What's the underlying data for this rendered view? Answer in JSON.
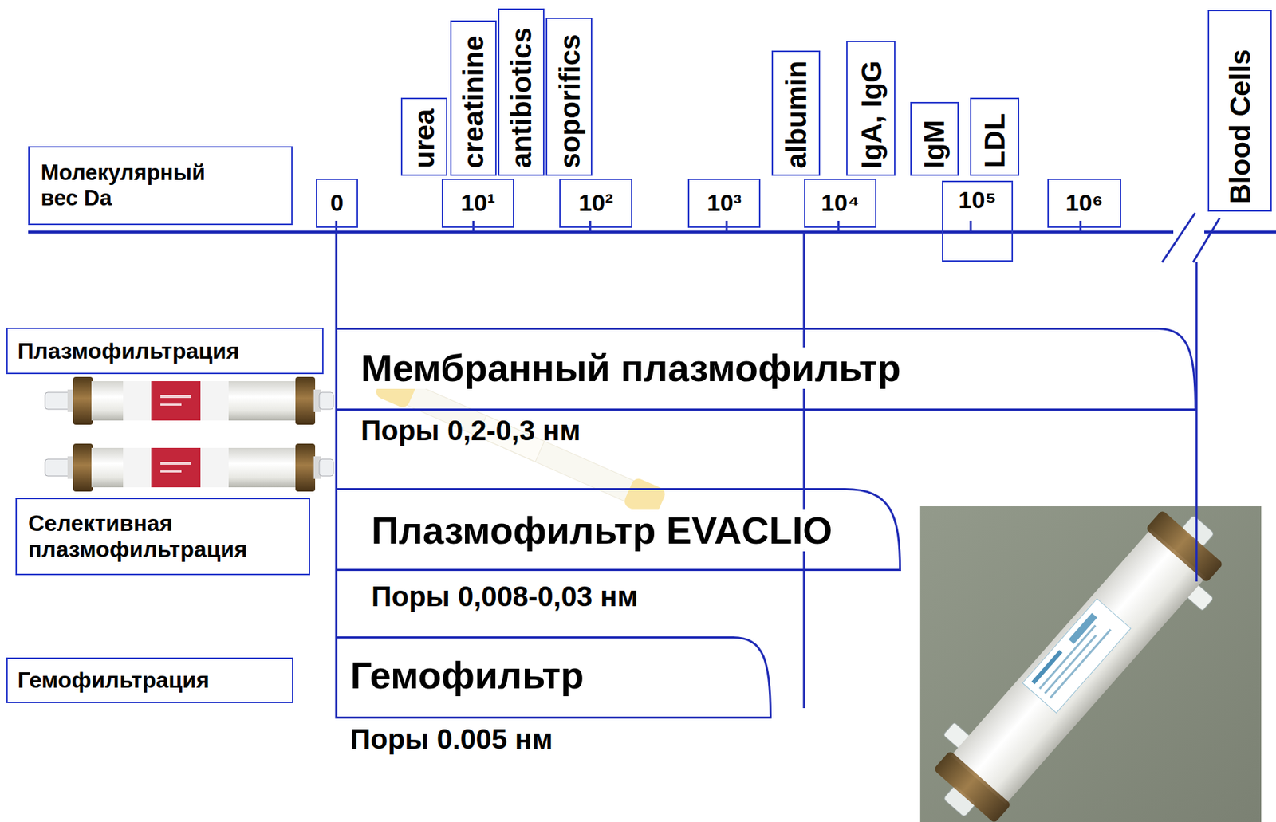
{
  "diagram": {
    "nodes": [
      {
        "text": [
          "urea"
        ]
      },
      {
        "text": [
          "creatinine"
        ]
      },
      {
        "text": [
          "antibiotics"
        ]
      },
      {
        "text": [
          "soporifics"
        ]
      },
      {
        "text": [
          "albumin"
        ]
      },
      {
        "text": [
          "IgA, IgG"
        ]
      },
      {
        "text": [
          "IgM"
        ]
      },
      {
        "text": [
          "LDL"
        ]
      },
      {
        "text": [
          "Blood Cells"
        ]
      },
      {
        "text": [
          "Молекулярный вес Da"
        ]
      },
      {
        "text": [
          "0"
        ]
      },
      {
        "text": [
          "10¹"
        ]
      },
      {
        "text": [
          "10²"
        ]
      },
      {
        "text": [
          "10³"
        ]
      },
      {
        "text": [
          "10⁴"
        ]
      },
      {
        "text": [
          "10⁵"
        ]
      },
      {
        "text": [
          "10⁶"
        ]
      },
      {
        "text": [
          "Плазмофильтрация"
        ]
      },
      {
        "text": [
          "Мембранный плазмофильтр",
          "Поры 0,2-0,3 нм"
        ]
      },
      {
        "text": [
          "Селективная плазмофильтрация"
        ]
      },
      {
        "text": [
          "Плазмофильтр EVACLIO",
          "Поры 0,008-0,03 нм"
        ]
      },
      {
        "text": [
          "Гемофильтрация"
        ]
      },
      {
        "text": [
          "Гемофильтр",
          "Поры 0.005 нм"
        ]
      }
    ]
  }
}
